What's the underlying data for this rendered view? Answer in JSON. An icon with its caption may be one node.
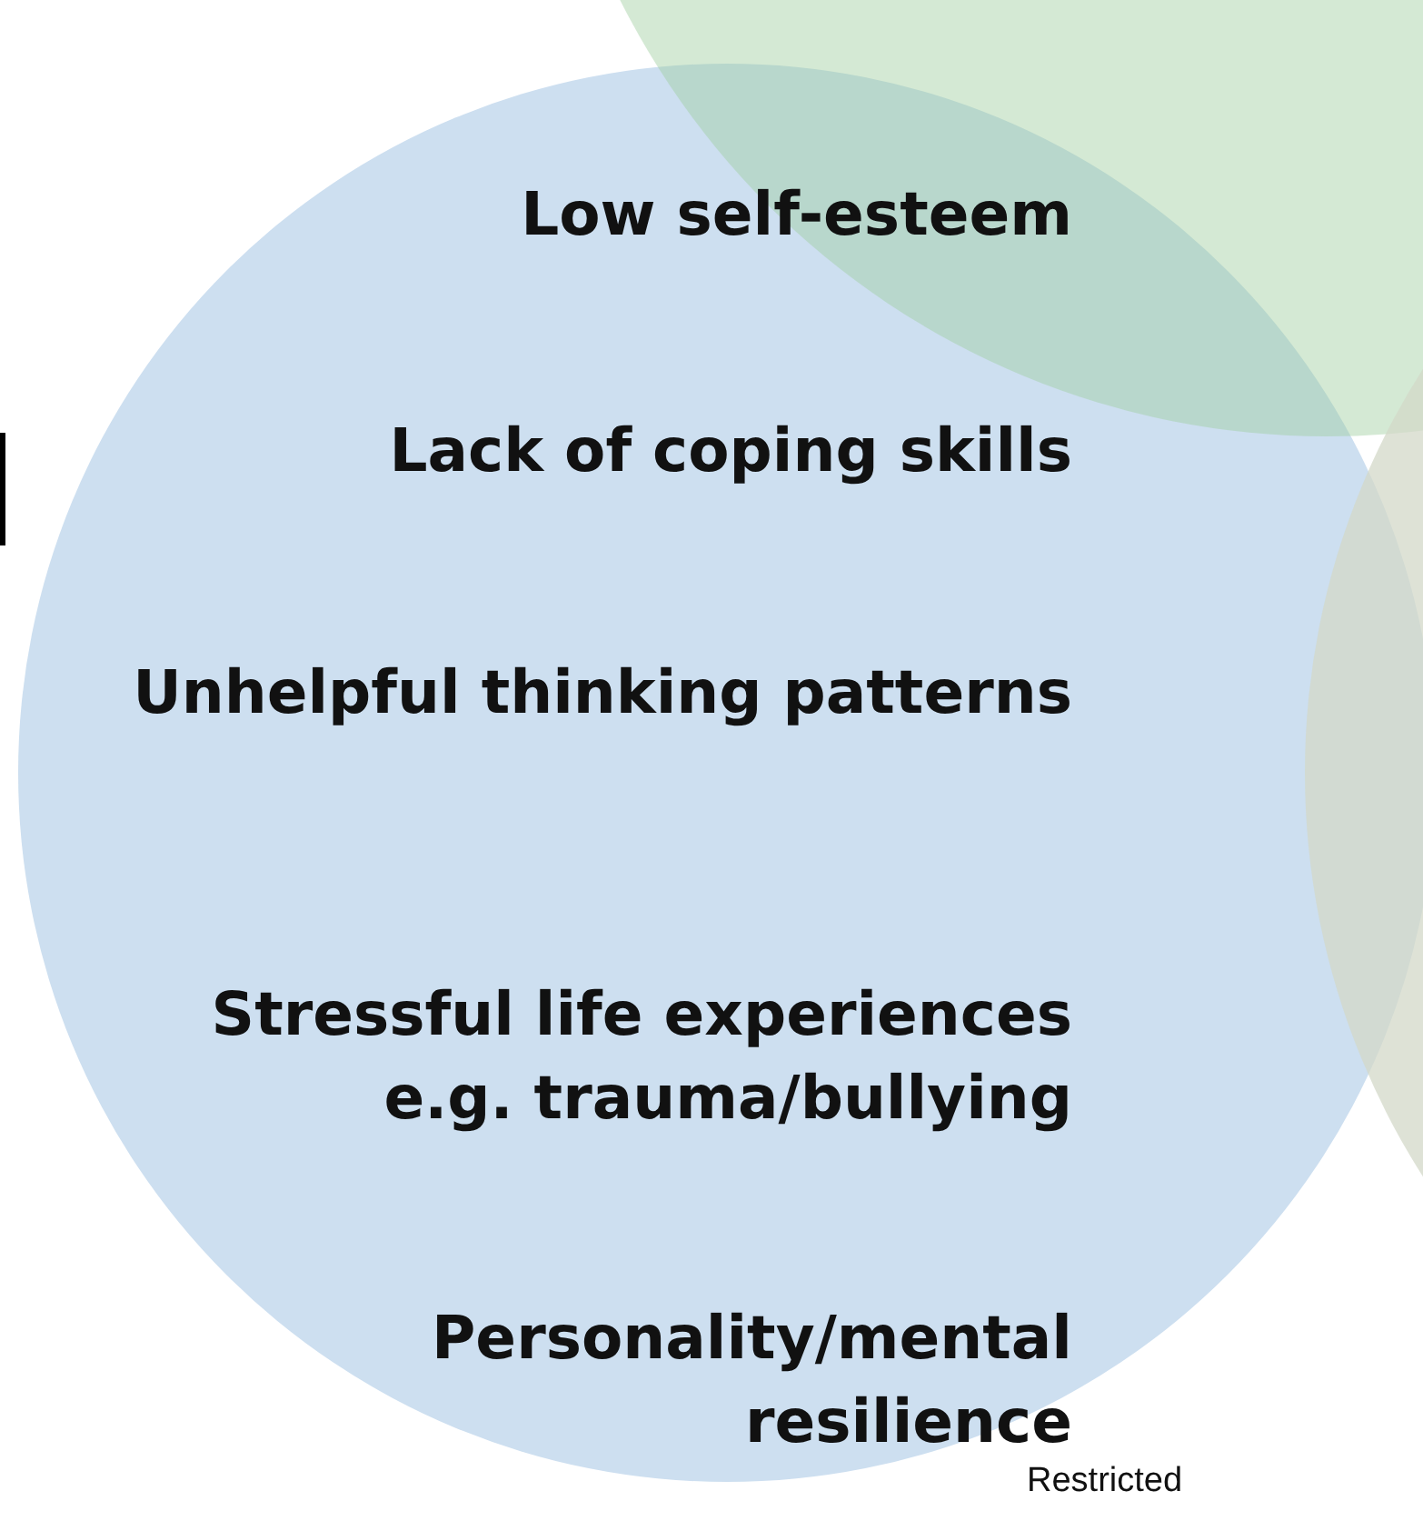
{
  "diagram": {
    "nodes": [
      {
        "text": [
          "Low self-esteem",
          "Lack of coping skills",
          "Unhelpful thinking patterns",
          "Stressful life experiences e.g. trauma/bullying",
          "Personality/mental resilience"
        ]
      },
      {
        "text": [],
        "shape": "circle"
      },
      {
        "text": [],
        "shape": "circle"
      }
    ],
    "edges": [],
    "labels": [
      "Restricted"
    ]
  }
}
